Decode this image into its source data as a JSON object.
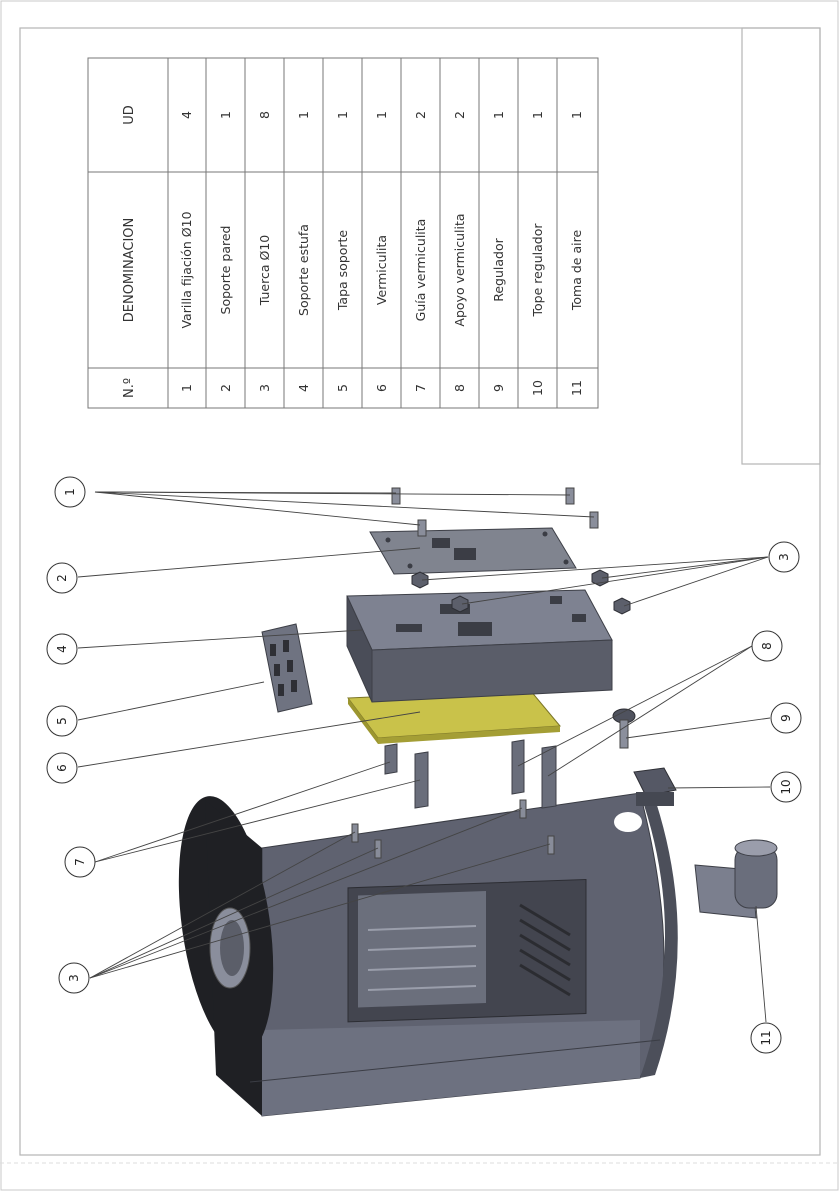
{
  "parts_table": {
    "headers": {
      "number": "N.º",
      "name": "DENOMINACION",
      "qty": "UD"
    },
    "rows": [
      {
        "number": "1",
        "name": "Varilla fijación Ø10",
        "qty": "4"
      },
      {
        "number": "2",
        "name": "Soporte pared",
        "qty": "1"
      },
      {
        "number": "3",
        "name": "Tuerca Ø10",
        "qty": "8"
      },
      {
        "number": "4",
        "name": "Soporte estufa",
        "qty": "1"
      },
      {
        "number": "5",
        "name": "Tapa soporte",
        "qty": "1"
      },
      {
        "number": "6",
        "name": "Vermiculita",
        "qty": "1"
      },
      {
        "number": "7",
        "name": "Guía vermiculita",
        "qty": "2"
      },
      {
        "number": "8",
        "name": "Apoyo vermiculita",
        "qty": "2"
      },
      {
        "number": "9",
        "name": "Regulador",
        "qty": "1"
      },
      {
        "number": "10",
        "name": "Tope regulador",
        "qty": "1"
      },
      {
        "number": "11",
        "name": "Toma de aire",
        "qty": "1"
      }
    ]
  },
  "balloons": {
    "b1": "1",
    "b2": "2",
    "b3a": "3",
    "b3b": "3",
    "b4": "4",
    "b5": "5",
    "b6": "6",
    "b7": "7",
    "b8": "8",
    "b9": "9",
    "b10": "10",
    "b11": "11"
  },
  "colors": {
    "metal": "#5f6270",
    "metal_light": "#7b7f8e",
    "dark": "#2a2b30",
    "vermiculite": "#c9c24a"
  }
}
